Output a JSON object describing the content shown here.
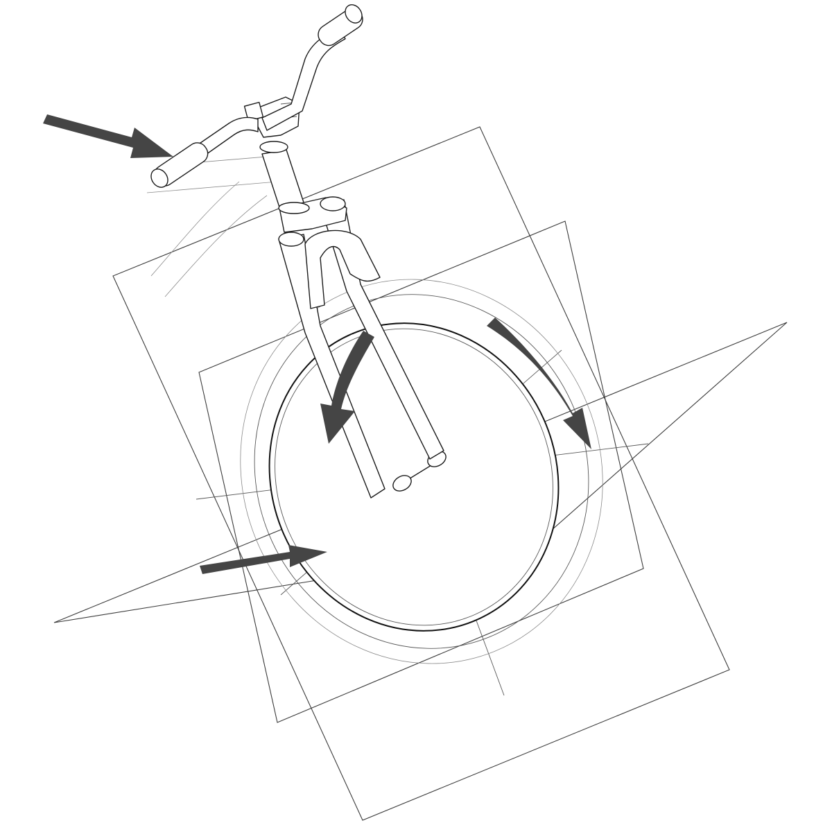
{
  "diagram": {
    "subject": "bicycle-front-end-axes",
    "colors": {
      "background": "#ffffff",
      "line": "#3a3a3a",
      "arrow": "#454545"
    },
    "arrows": [
      {
        "name": "handlebar-push-arrow",
        "icon": "straight-arrow"
      },
      {
        "name": "wheel-rotate-left-arrow",
        "icon": "curved-arrow"
      },
      {
        "name": "wheel-rotate-right-arrow",
        "icon": "curved-arrow"
      },
      {
        "name": "wheel-push-arrow",
        "icon": "straight-arrow"
      }
    ],
    "planes": [
      "vertical-plane-a",
      "vertical-plane-b",
      "horizontal-plane"
    ]
  }
}
